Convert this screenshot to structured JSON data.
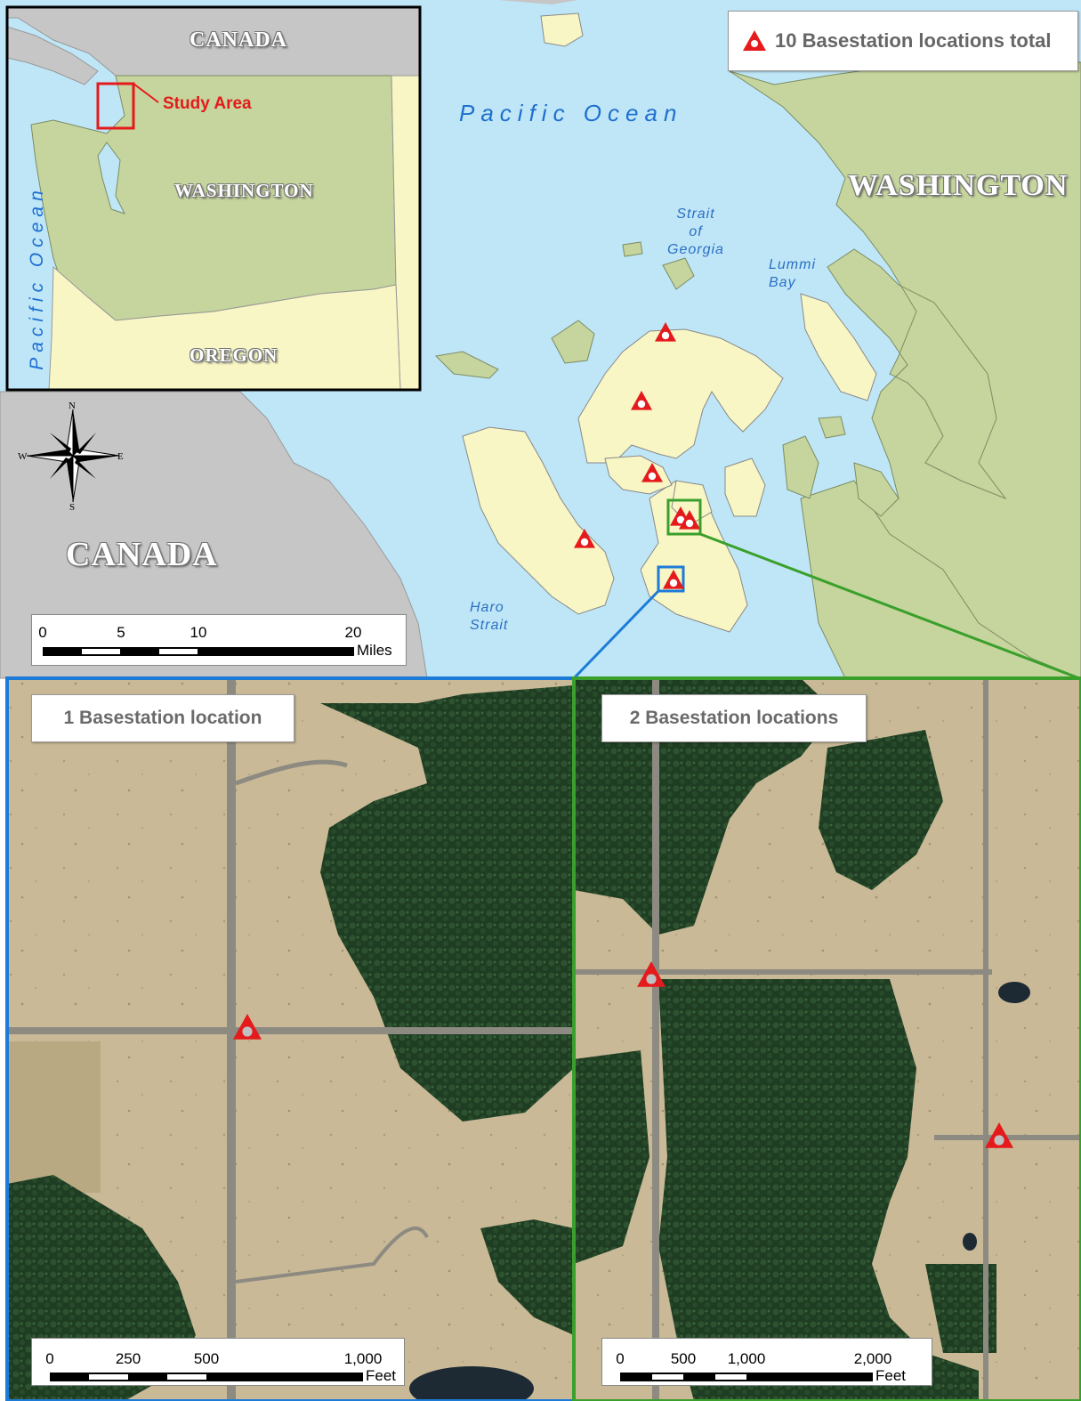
{
  "legend": {
    "total_label": "10 Basestation locations total"
  },
  "inset_map": {
    "canada_label": "CANADA",
    "washington_label": "WASHINGTON",
    "oregon_label": "OREGON",
    "ocean_label": "Pacific Ocean",
    "study_area_label": "Study Area"
  },
  "main_map": {
    "ocean_label": "Pacific Ocean",
    "washington_label": "WASHINGTON",
    "canada_label": "CANADA",
    "strait_georgia": [
      "Strait",
      "of",
      "Georgia"
    ],
    "lummi_bay": [
      "Lummi",
      "Bay"
    ],
    "haro_strait": [
      "Haro",
      "Strait"
    ]
  },
  "compass": {
    "n": "N",
    "s": "S",
    "e": "E",
    "w": "W"
  },
  "scale_main": {
    "ticks": [
      "0",
      "5",
      "10",
      "20"
    ],
    "unit": "Miles"
  },
  "left_inset": {
    "label": "1 Basestation location",
    "scale_ticks": [
      "0",
      "250",
      "500",
      "1,000"
    ],
    "scale_unit": "Feet"
  },
  "right_inset": {
    "label": "2 Basestation locations",
    "scale_ticks": [
      "0",
      "500",
      "1,000",
      "2,000"
    ],
    "scale_unit": "Feet"
  },
  "colors": {
    "water": "#bfe6f7",
    "land_wa": "#c5d59d",
    "islands": "#f8f6c4",
    "canada": "#c6c6c6",
    "marker": "#e41a1c",
    "blue_frame": "#1d7bd8",
    "green_frame": "#3aa02b"
  }
}
